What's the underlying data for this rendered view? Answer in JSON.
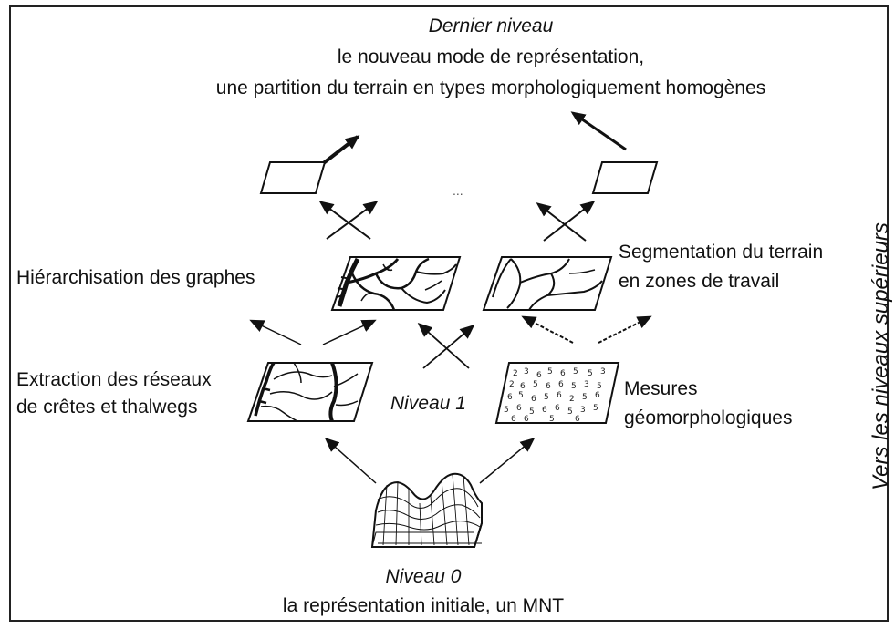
{
  "top": {
    "title": "Dernier niveau",
    "line1": "le nouveau mode de représentation,",
    "line2": "une partition du terrain en types morphologiquement homogènes"
  },
  "ellipsis": "...",
  "hierarchisation": "Hiérarchisation des graphes",
  "segmentation": {
    "line1": "Segmentation du terrain",
    "line2": "en zones de travail"
  },
  "extraction": {
    "line1": "Extraction des réseaux",
    "line2": "de crêtes et thalwegs"
  },
  "niveau1": "Niveau 1",
  "mesures": {
    "line1": "Mesures",
    "line2": "géomorphologiques"
  },
  "bottom": {
    "title": "Niveau 0",
    "line": "la représentation initiale, un MNT"
  },
  "side_label": "Vers les niveaux supérieurs"
}
